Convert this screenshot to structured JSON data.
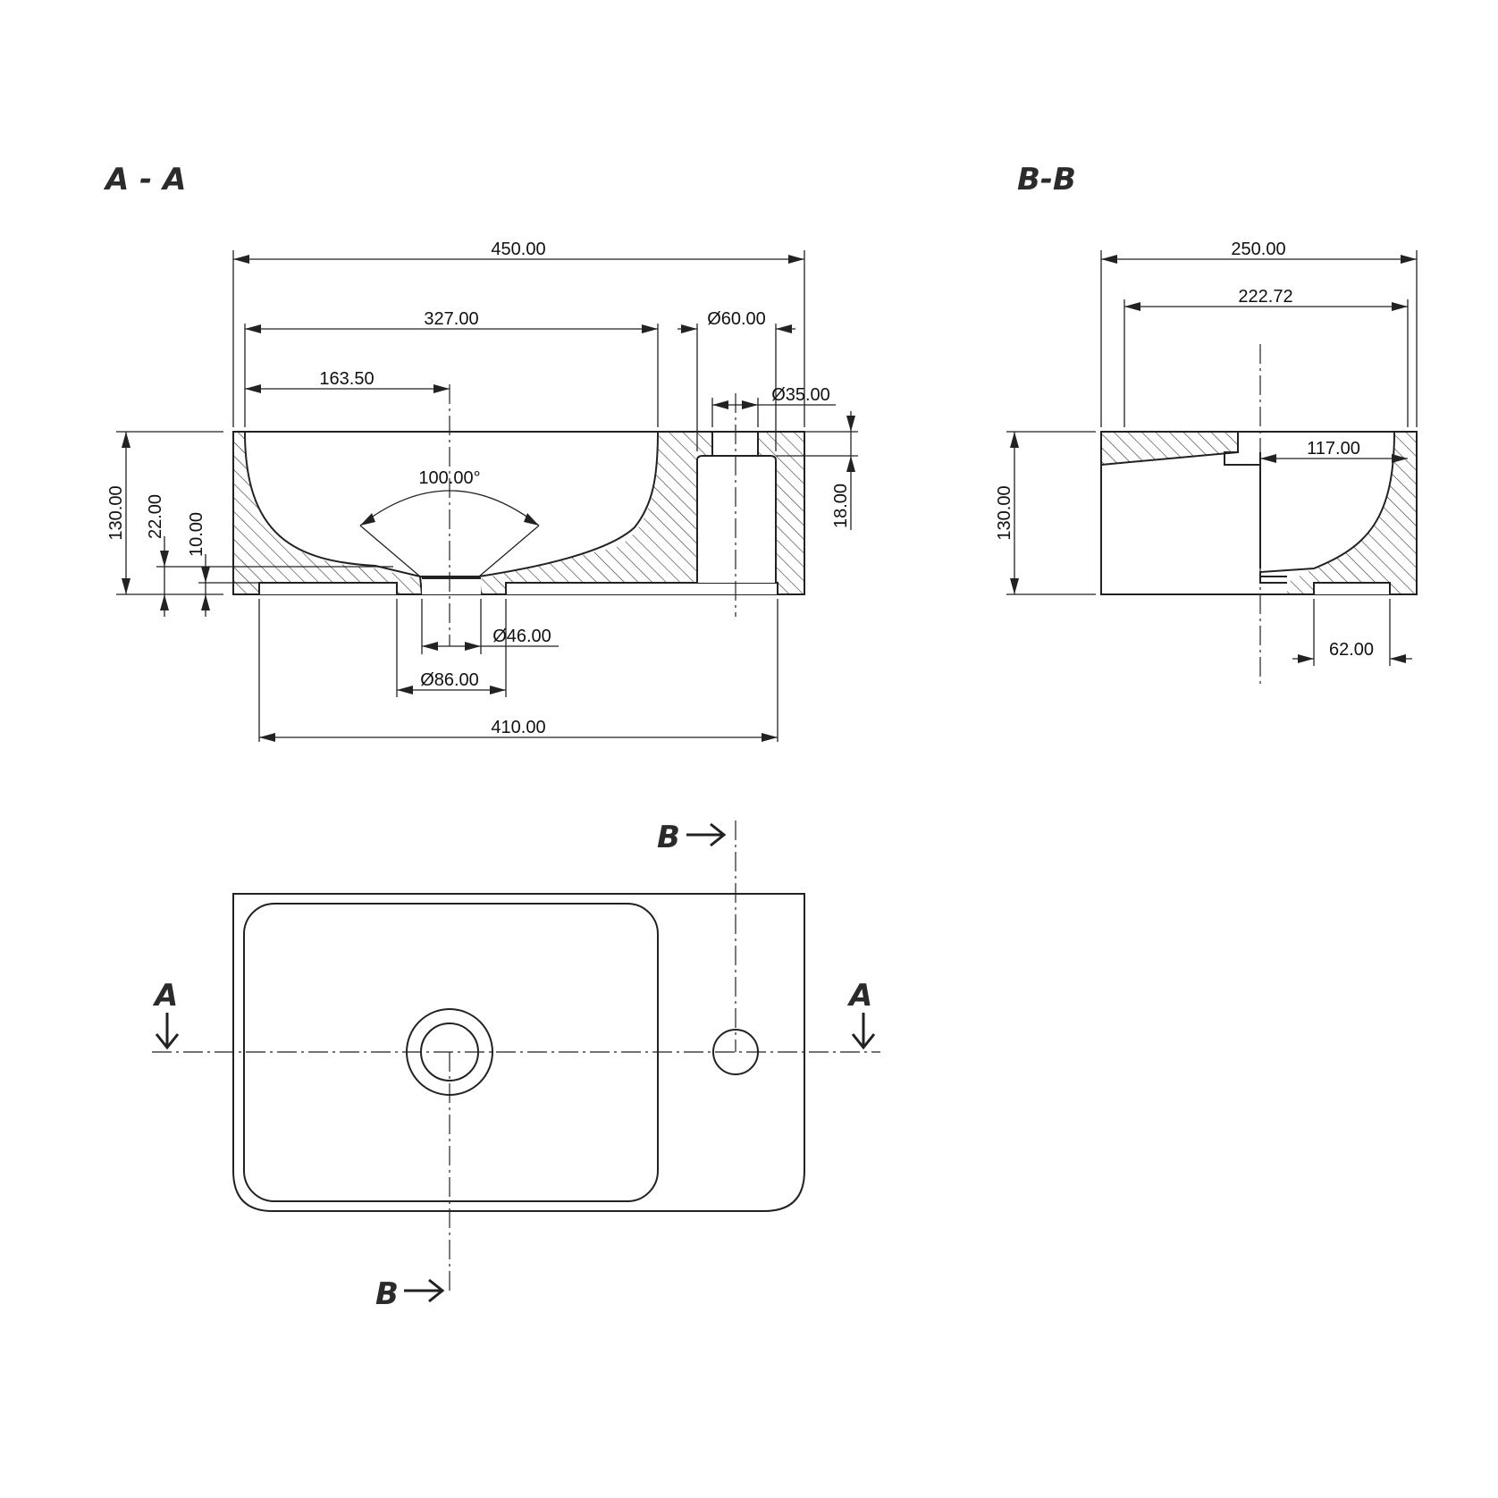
{
  "view_labels": {
    "section_aa": "A - A",
    "section_bb": "B-B"
  },
  "cut_markers": {
    "a_left": "A",
    "a_right": "A",
    "b_top": "B",
    "b_bottom": "B"
  },
  "section_aa_dims": {
    "overall_width": "450.00",
    "bowl_width": "327.00",
    "half_bowl": "163.50",
    "tap_hole_outer": "Ø60.00",
    "tap_hole_inner": "Ø35.00",
    "overall_height": "130.00",
    "bottom_22": "22.00",
    "bottom_10": "10.00",
    "drain_angle": "100.00°",
    "top_thickness": "18.00",
    "drain_inner": "Ø46.00",
    "drain_outer": "Ø86.00",
    "base_width": "410.00"
  },
  "section_bb_dims": {
    "overall_depth": "250.00",
    "bowl_depth": "222.72",
    "center_offset": "117.00",
    "overall_height": "130.00",
    "foot_width": "62.00"
  }
}
